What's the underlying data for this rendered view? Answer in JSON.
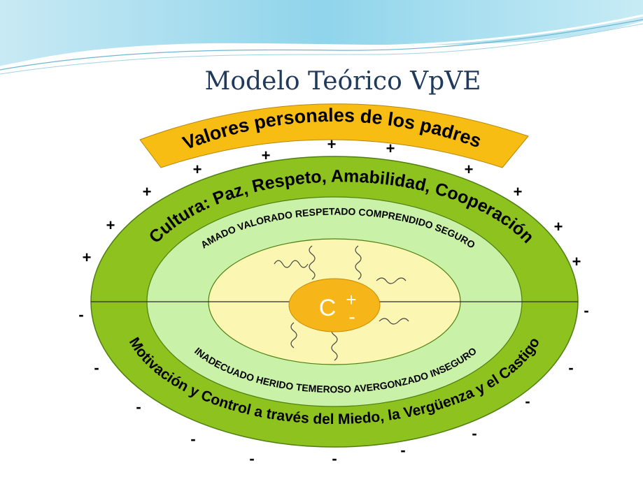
{
  "slide": {
    "title": "Modelo Teórico VpVE"
  },
  "banner": {
    "text": "Valores personales de los padres"
  },
  "outer_ring": {
    "top_text": "Cultura: Paz, Respeto, Amabilidad, Cooperación",
    "bottom_text": "Motivación y Control a través del Miedo, la Vergüenza y el Castigo"
  },
  "middle_ring": {
    "top_text": "AMADO VALORADO RESPETADO COMPRENDIDO SEGURO",
    "bottom_text": "INADECUADO HERIDO TEMEROSO AVERGONZADO INSEGURO"
  },
  "center": {
    "label": "C",
    "plus": "+",
    "minus": "-"
  },
  "signs": {
    "plus": "+",
    "minus": "-"
  },
  "colors": {
    "outer_ring": "#8dc21f",
    "middle_ring": "#c9f2a8",
    "inner_ellipse": "#fbf7b2",
    "center": "#f6b619",
    "banner": "#f7bd12",
    "title": "#1f3a5a"
  }
}
